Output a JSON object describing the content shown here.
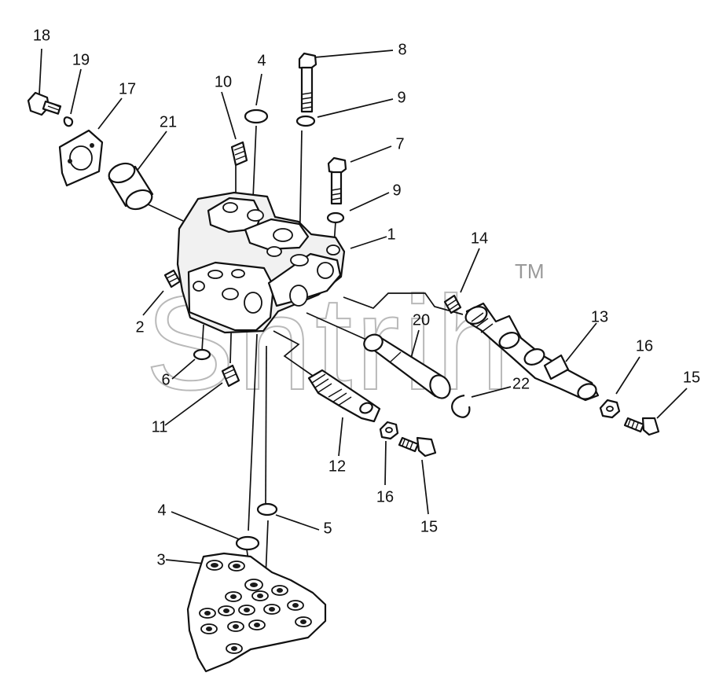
{
  "diagram": {
    "watermark": "Shtrih",
    "trademark": "TM",
    "callouts": [
      {
        "id": "c18",
        "label": "18"
      },
      {
        "id": "c19",
        "label": "19"
      },
      {
        "id": "c17",
        "label": "17"
      },
      {
        "id": "c21",
        "label": "21"
      },
      {
        "id": "c10",
        "label": "10"
      },
      {
        "id": "c4a",
        "label": "4"
      },
      {
        "id": "c8",
        "label": "8"
      },
      {
        "id": "c9a",
        "label": "9"
      },
      {
        "id": "c7",
        "label": "7"
      },
      {
        "id": "c9b",
        "label": "9"
      },
      {
        "id": "c1",
        "label": "1"
      },
      {
        "id": "c14",
        "label": "14"
      },
      {
        "id": "c13",
        "label": "13"
      },
      {
        "id": "c16a",
        "label": "16"
      },
      {
        "id": "c15a",
        "label": "15"
      },
      {
        "id": "c20",
        "label": "20"
      },
      {
        "id": "c22",
        "label": "22"
      },
      {
        "id": "c2",
        "label": "2"
      },
      {
        "id": "c6",
        "label": "6"
      },
      {
        "id": "c11",
        "label": "11"
      },
      {
        "id": "c12",
        "label": "12"
      },
      {
        "id": "c16b",
        "label": "16"
      },
      {
        "id": "c15b",
        "label": "15"
      },
      {
        "id": "c4b",
        "label": "4"
      },
      {
        "id": "c5",
        "label": "5"
      },
      {
        "id": "c3",
        "label": "3"
      }
    ]
  }
}
